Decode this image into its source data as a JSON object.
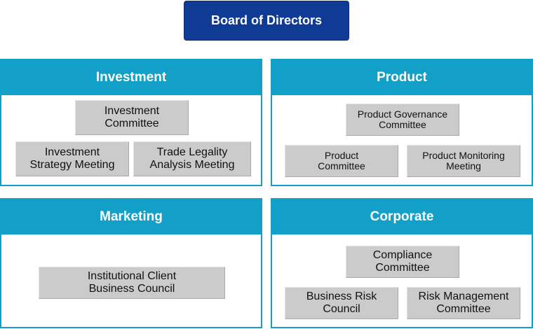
{
  "board": {
    "label": "Board of Directors"
  },
  "panels": {
    "investment": {
      "title": "Investment",
      "boxes": [
        "Investment\nCommittee",
        "Investment\nStrategy Meeting",
        "Trade Legality\nAnalysis Meeting"
      ]
    },
    "product": {
      "title": "Product",
      "boxes": [
        "Product Governance\nCommittee",
        "Product\nCommittee",
        "Product Monitoring\nMeeting"
      ]
    },
    "marketing": {
      "title": "Marketing",
      "boxes": [
        "Institutional Client\nBusiness Council"
      ]
    },
    "corporate": {
      "title": "Corporate",
      "boxes": [
        "Compliance\nCommittee",
        "Business Risk\nCouncil",
        "Risk Management\nCommittee"
      ]
    }
  },
  "colors": {
    "board": "#0f3b94",
    "panel_header": "#13a0c8",
    "box_fill": "#cbcbcb"
  }
}
